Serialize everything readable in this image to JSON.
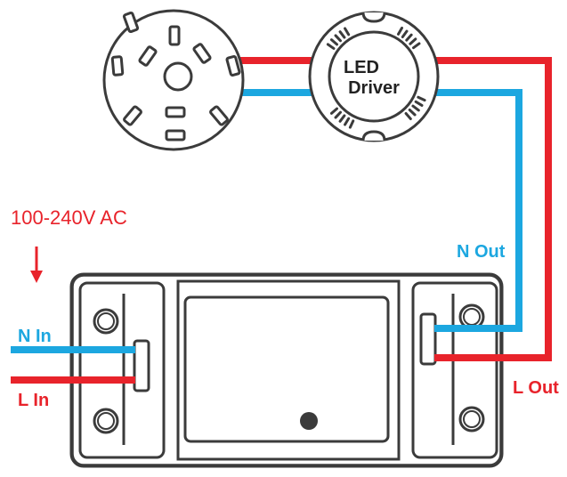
{
  "supply": {
    "voltage_label": "100-240V AC"
  },
  "driver": {
    "line1": "LED",
    "line2": "Driver"
  },
  "terminals": {
    "n_in": "N In",
    "l_in": "L In",
    "n_out": "N Out",
    "l_out": "L Out"
  },
  "colors": {
    "live_wire": "#e8232b",
    "neutral_wire": "#1ca7e0",
    "outline": "#3b3b3b",
    "label_red": "#e8232b",
    "label_blue": "#1ca7e0"
  }
}
